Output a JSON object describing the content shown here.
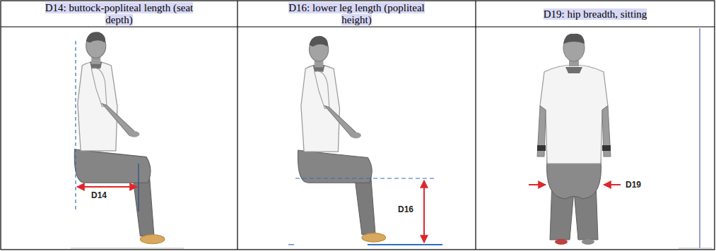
{
  "diagram": {
    "labels": [
      "D14: buttock-popliteal length (seat depth)",
      "D16: lower leg length (popliteal height)",
      "D19: hip breadth, sitting",
      "D14",
      "D16",
      "D19"
    ]
  }
}
